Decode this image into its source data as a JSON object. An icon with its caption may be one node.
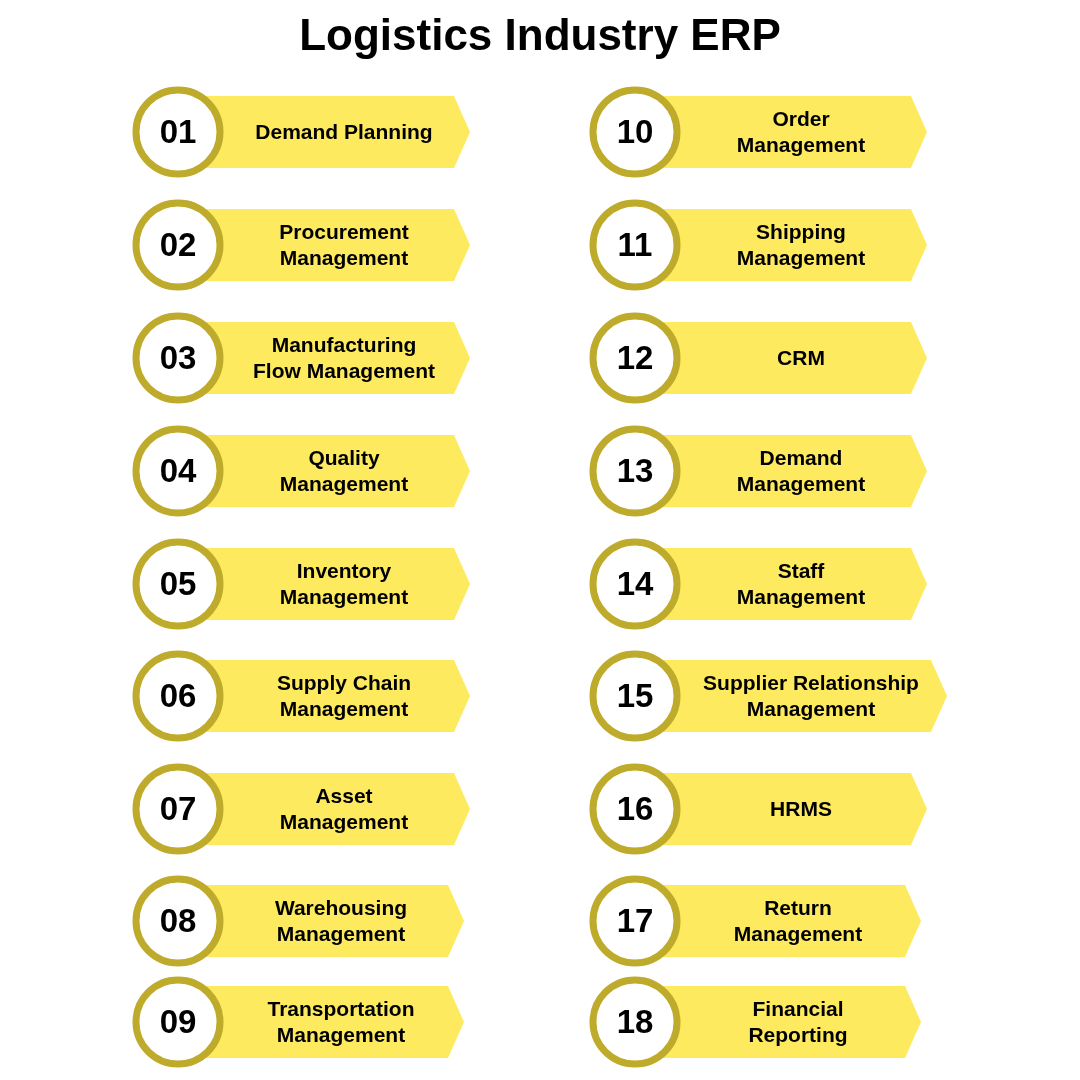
{
  "diagram": {
    "title": "Logistics Industry ERP",
    "nodes": [
      {
        "text": [
          "01",
          "Demand Planning"
        ]
      },
      {
        "text": [
          "02",
          "Procurement Management"
        ]
      },
      {
        "text": [
          "03",
          "Manufacturing Flow Management"
        ]
      },
      {
        "text": [
          "04",
          "Quality Management"
        ]
      },
      {
        "text": [
          "05",
          "Inventory Management"
        ]
      },
      {
        "text": [
          "06",
          "Supply Chain Management"
        ]
      },
      {
        "text": [
          "07",
          "Asset Management"
        ]
      },
      {
        "text": [
          "08",
          "Warehousing Management"
        ]
      },
      {
        "text": [
          "09",
          "Transportation Management"
        ]
      },
      {
        "text": [
          "10",
          "Order Management"
        ]
      },
      {
        "text": [
          "11",
          "Shipping Management"
        ]
      },
      {
        "text": [
          "12",
          "CRM"
        ]
      },
      {
        "text": [
          "13",
          "Demand Management"
        ]
      },
      {
        "text": [
          "14",
          "Staff Management"
        ]
      },
      {
        "text": [
          "15",
          "Supplier Relationship Management"
        ]
      },
      {
        "text": [
          "16",
          "HRMS"
        ]
      },
      {
        "text": [
          "17",
          "Return Management"
        ]
      },
      {
        "text": [
          "18",
          "Financial Reporting"
        ]
      }
    ]
  }
}
